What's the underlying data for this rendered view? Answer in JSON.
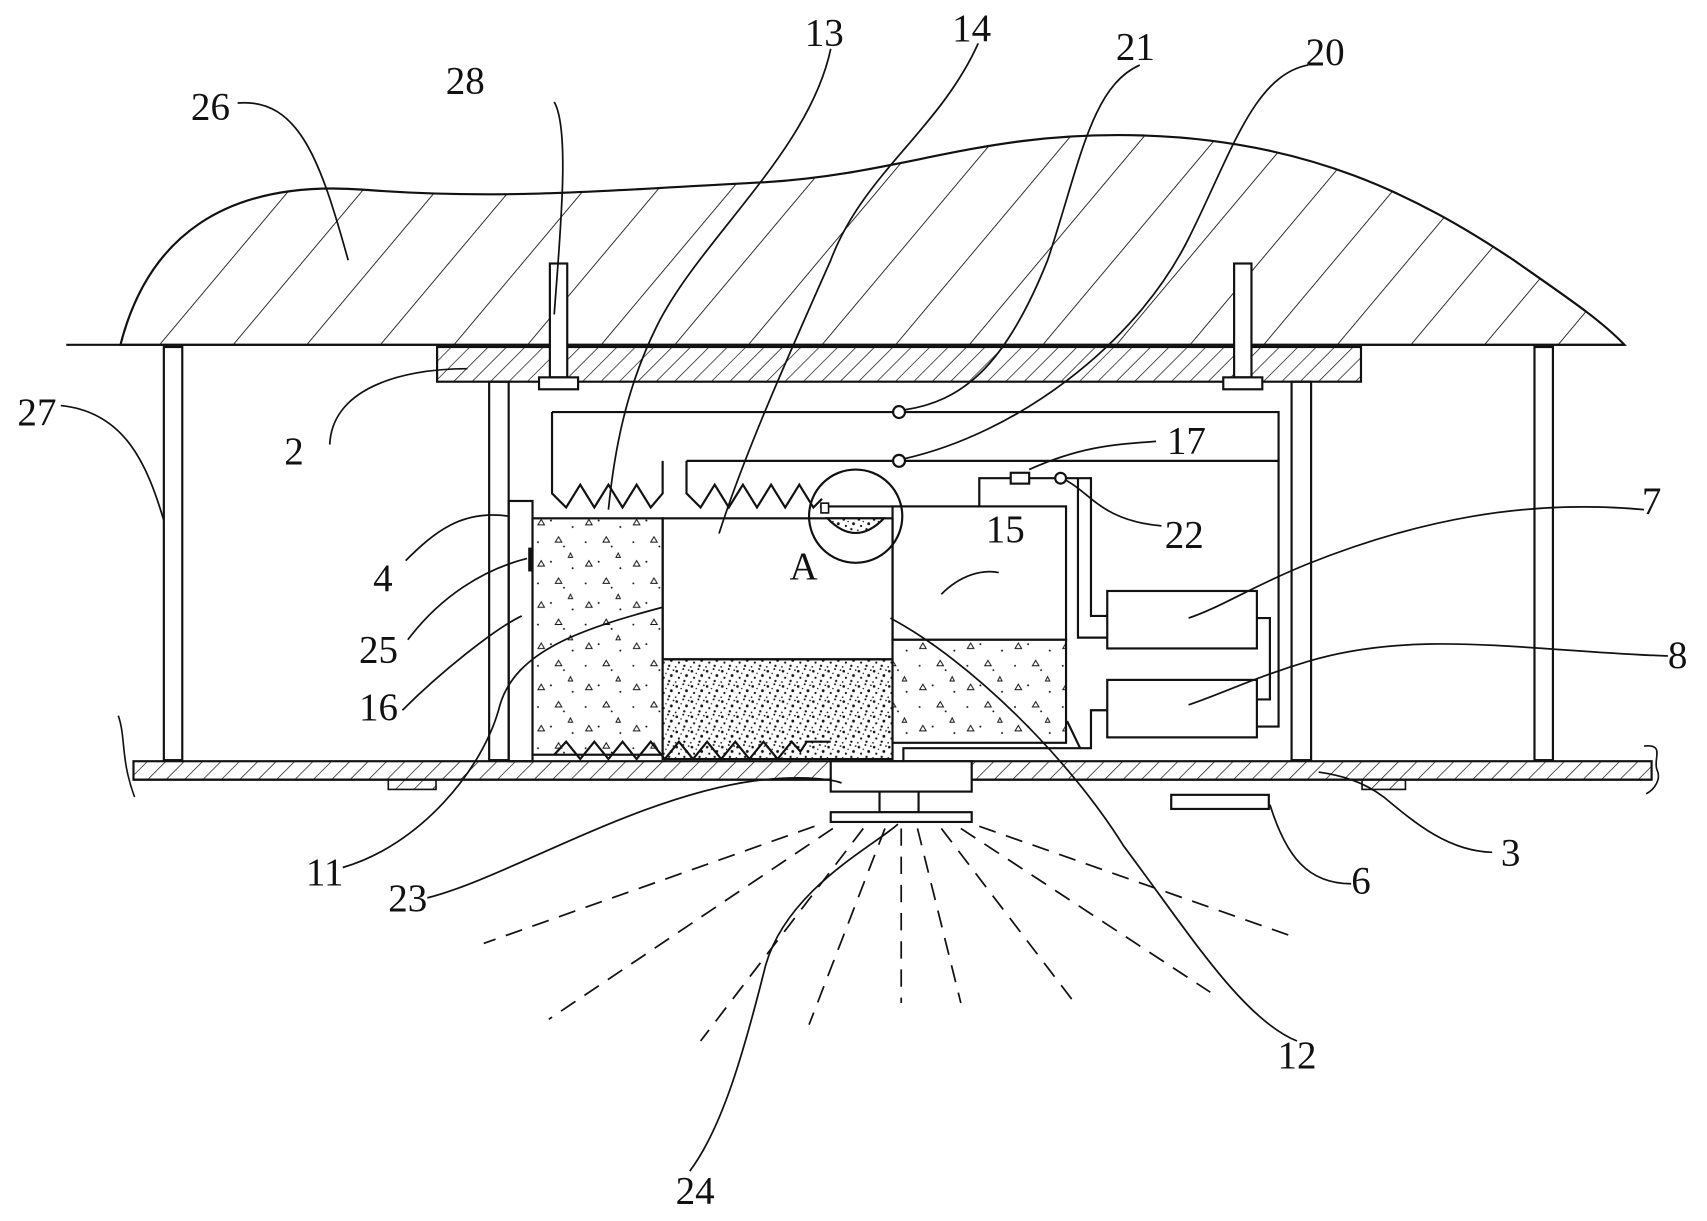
{
  "diagram": {
    "labels": {
      "n2": "2",
      "n3": "3",
      "n4": "4",
      "n6": "6",
      "n7": "7",
      "n8": "8",
      "n11": "11",
      "n12": "12",
      "n13": "13",
      "n14": "14",
      "n15": "15",
      "n16": "16",
      "n17": "17",
      "n20": "20",
      "n21": "21",
      "n22": "22",
      "n23": "23",
      "n24": "24",
      "n25": "25",
      "n26": "26",
      "n27": "27",
      "n28": "28",
      "detailA": "A"
    }
  }
}
